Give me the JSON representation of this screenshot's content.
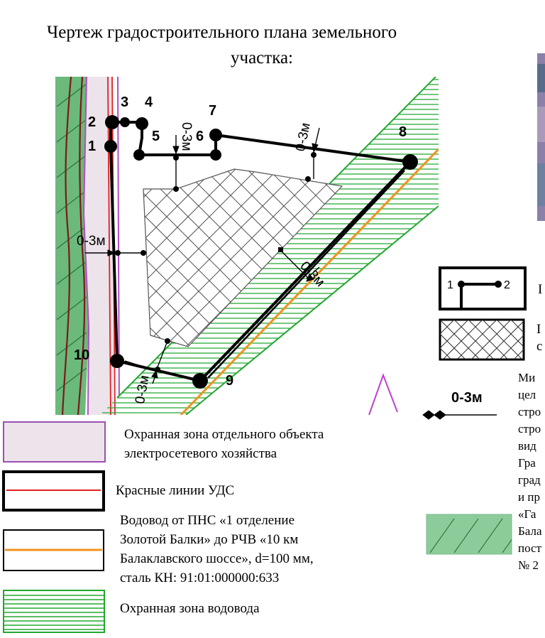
{
  "title": {
    "line1": "Чертеж градостроительного плана земельного",
    "line2": "участка:"
  },
  "plan": {
    "points": [
      "1",
      "2",
      "3",
      "4",
      "5",
      "6",
      "7",
      "8",
      "9",
      "10"
    ],
    "setback_label": "0-3м"
  },
  "legend_left": [
    {
      "id": "power-zone",
      "text": "Охранная зона отдельного объекта\nэлектросетевого хозяйства",
      "color": "#ece4ea",
      "border": "#9b4fb0"
    },
    {
      "id": "red-lines",
      "text": "Красные линии УДС",
      "color": "#e02020"
    },
    {
      "id": "water-main",
      "text": "Водовод от ПНС «1 отделение\nЗолотой Балки» до РЧВ «10 км\nБалаклавского шоссе», d=100 мм,\nсталь КН: 91:01:000000:633",
      "color": "#f0931c"
    },
    {
      "id": "water-zone",
      "text": "Охранная зона водовода",
      "color": "#22a830"
    }
  ],
  "legend_right": {
    "boundary_sample": {
      "p1": "1",
      "p2": "2"
    },
    "setback_label": "0-3м",
    "text_fragments_1": "Ми\nцел\nстро\nстро\nвид\nГра\nград\nи пр\n«Га\nБала\nпост\n№ 2"
  },
  "colors": {
    "green_zone": "#22a830",
    "forest_fill": "#6bb97b",
    "forest_stroke": "#2e7a3e",
    "purple": "#b04fc0",
    "red": "#e02020",
    "orange": "#f0931c",
    "black": "#000000"
  }
}
